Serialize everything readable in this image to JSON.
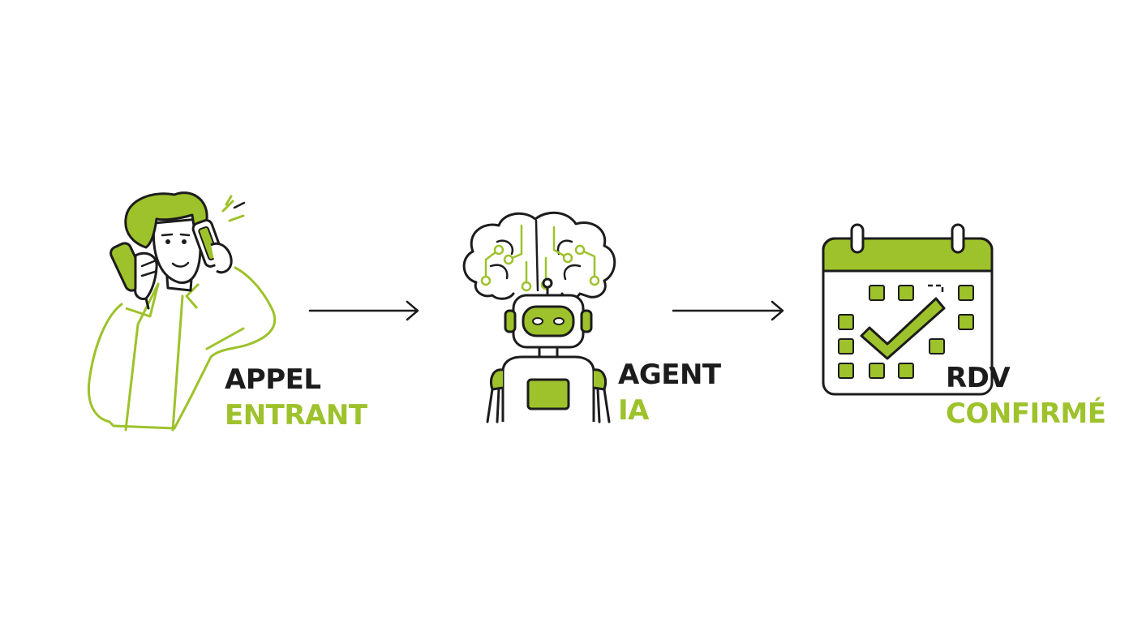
{
  "colors": {
    "accent": "#9dc22b",
    "ink": "#1c1c1c",
    "background": "#ffffff"
  },
  "steps": [
    {
      "line1": "APPEL",
      "line2": "ENTRANT",
      "icon": "person-on-phone-icon"
    },
    {
      "line1": "AGENT",
      "line2": "IA",
      "icon": "robot-with-brain-icon"
    },
    {
      "line1": "RDV",
      "line2": "CONFIRMÉ",
      "icon": "calendar-check-icon"
    }
  ],
  "connectors": [
    "arrow-right-icon",
    "arrow-right-icon"
  ]
}
